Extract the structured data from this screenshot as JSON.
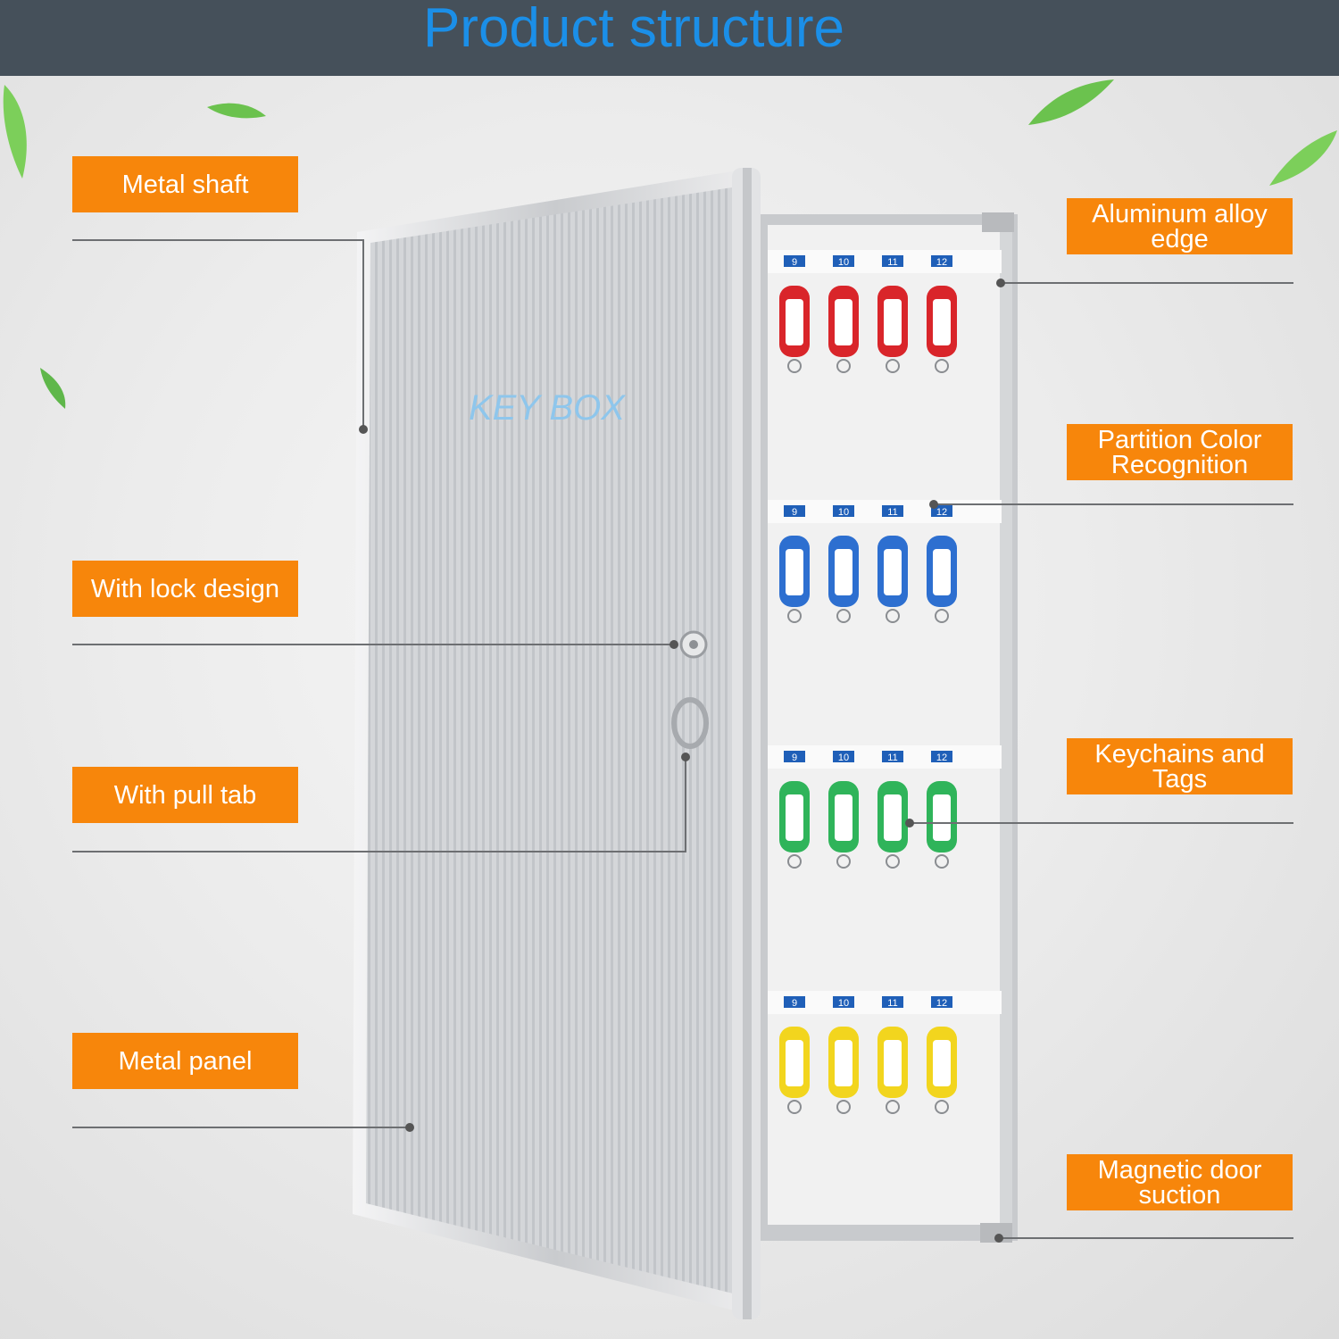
{
  "header": {
    "title": "Product structure"
  },
  "product": {
    "logo_text": "KEY BOX"
  },
  "callouts": {
    "metal_shaft": "Metal shaft",
    "lock_design": "With lock design",
    "pull_tab": "With pull tab",
    "metal_panel": "Metal panel",
    "aluminum_edge": [
      "Aluminum alloy",
      "edge"
    ],
    "partition_color": [
      "Partition Color",
      "Recognition"
    ],
    "keychains_tags": [
      "Keychains and",
      "Tags"
    ],
    "magnetic_door": [
      "Magnetic door",
      "suction"
    ]
  },
  "hook_numbers": [
    "9",
    "10",
    "11",
    "12"
  ],
  "colors": {
    "header_bg": "#45505a",
    "title": "#1b8fe8",
    "label_bg": "#f7860b",
    "tag_rows": [
      "#d9252a",
      "#2d6fd0",
      "#2fb45a",
      "#f2d51e"
    ]
  }
}
